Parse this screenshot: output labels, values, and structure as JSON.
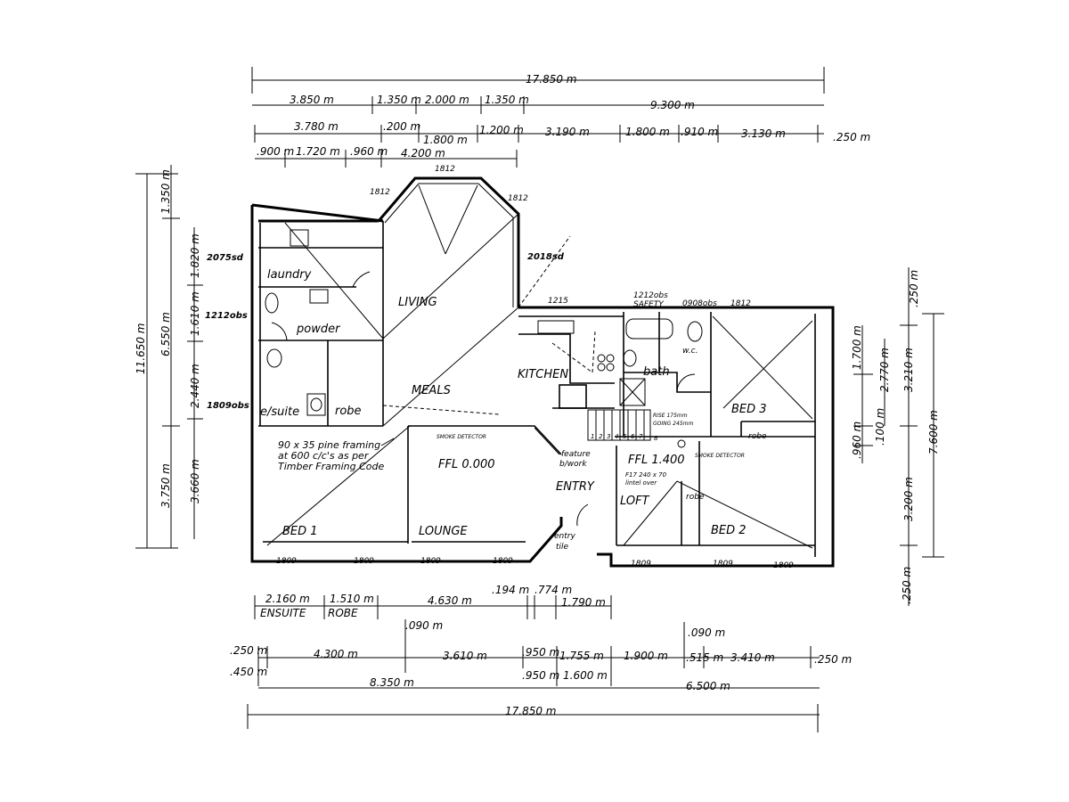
{
  "colors": {
    "ink": "#000000",
    "paper": "#ffffff"
  },
  "top_dims": {
    "overall": "17.850 m",
    "row1": [
      "3.850 m",
      "1.350 m",
      "2.000 m",
      "1.350 m",
      "9.300 m"
    ],
    "row2": [
      "3.780 m",
      ".200 m",
      "1.200 m",
      "3.190 m",
      "1.800 m",
      ".910 m",
      "3.130 m",
      ".250 m"
    ],
    "row2b": "1.800 m",
    "row3": [
      ".900 m",
      "1.720 m",
      ".960 m",
      "4.200 m"
    ]
  },
  "left_dims": {
    "overall": "11.650 m",
    "outer": [
      "1.350 m",
      "6.550 m",
      "3.750 m"
    ],
    "inner": [
      "1.820 m",
      "1.610 m",
      "2.440 m",
      "3.660 m"
    ]
  },
  "right_dims": {
    "overall": "7.600 m",
    "col1": [
      ".250 m",
      "3.210 m",
      "3.200 m",
      ".250 m"
    ],
    "col2": [
      "1.700 m",
      "2.770 m",
      ".960 m",
      ".100 m"
    ]
  },
  "bottom_dims": {
    "row1": [
      "2.160 m",
      "1.510 m",
      "4.630 m",
      ".194 m",
      ".774 m",
      "1.790 m"
    ],
    "row1_labels": [
      "ENSUITE",
      "ROBE"
    ],
    "row2": [
      ".090 m",
      ".090 m"
    ],
    "row3": [
      ".250 m",
      "4.300 m",
      "3.610 m",
      ".950 m",
      "1.755 m",
      "1.900 m",
      ".515 m",
      "3.410 m",
      ".250 m"
    ],
    "row4": [
      ".450 m",
      "8.350 m",
      ".950 m",
      "1.600 m",
      "6.500 m"
    ],
    "overall": "17.850 m"
  },
  "rooms": {
    "laundry": "laundry",
    "powder": "powder",
    "living": "LIVING",
    "meals": "MEALS",
    "kitchen": "KITCHEN",
    "esuite": "e/suite",
    "robe": "robe",
    "bath": "bath",
    "wc": "w.c.",
    "bed3": "BED 3",
    "bed3_robe": "robe",
    "bed1": "BED 1",
    "lounge": "LOUNGE",
    "entry": "ENTRY",
    "loft": "LOFT",
    "bed2": "BED 2",
    "bed2_robe": "robe",
    "feature": "feature",
    "bwork": "b/work",
    "entry_tile": "entry",
    "tile": "tile"
  },
  "levels": {
    "ffl_main": "FFL 0.000",
    "ffl_upper": "FFL 1.400"
  },
  "windows": {
    "top_bay": "1812",
    "bay_left": "1812",
    "bay_right": "1812",
    "laundry_door": "2075sd",
    "powder": "1212obs",
    "esuite": "1809obs",
    "living_right": "2018sd",
    "kitchen": "1215",
    "bath_obs": "1212obs",
    "safety": "SAFETY",
    "wc_obs": "0908obs",
    "bed3_top": "1812",
    "bed1": "1809",
    "bed1b": "1809",
    "lounge_a": "1809",
    "lounge_b": "1809",
    "bed2_a": "1809",
    "bed2_b": "1809",
    "bed2_c": "1809"
  },
  "notes": {
    "framing": [
      "90 x 35 pine framing",
      "at 600 c/c's as per",
      "Timber Framing Code"
    ],
    "smoke1": "SMOKE DETECTOR",
    "smoke2": "SMOKE DETECTOR",
    "stair": [
      "RISE 175mm",
      "GOING 245mm"
    ],
    "lintel": [
      "F17 240 x 70",
      "lintel over"
    ],
    "stair_steps": [
      "1",
      "2",
      "3",
      "4",
      "5",
      "6",
      "7",
      "8"
    ]
  }
}
